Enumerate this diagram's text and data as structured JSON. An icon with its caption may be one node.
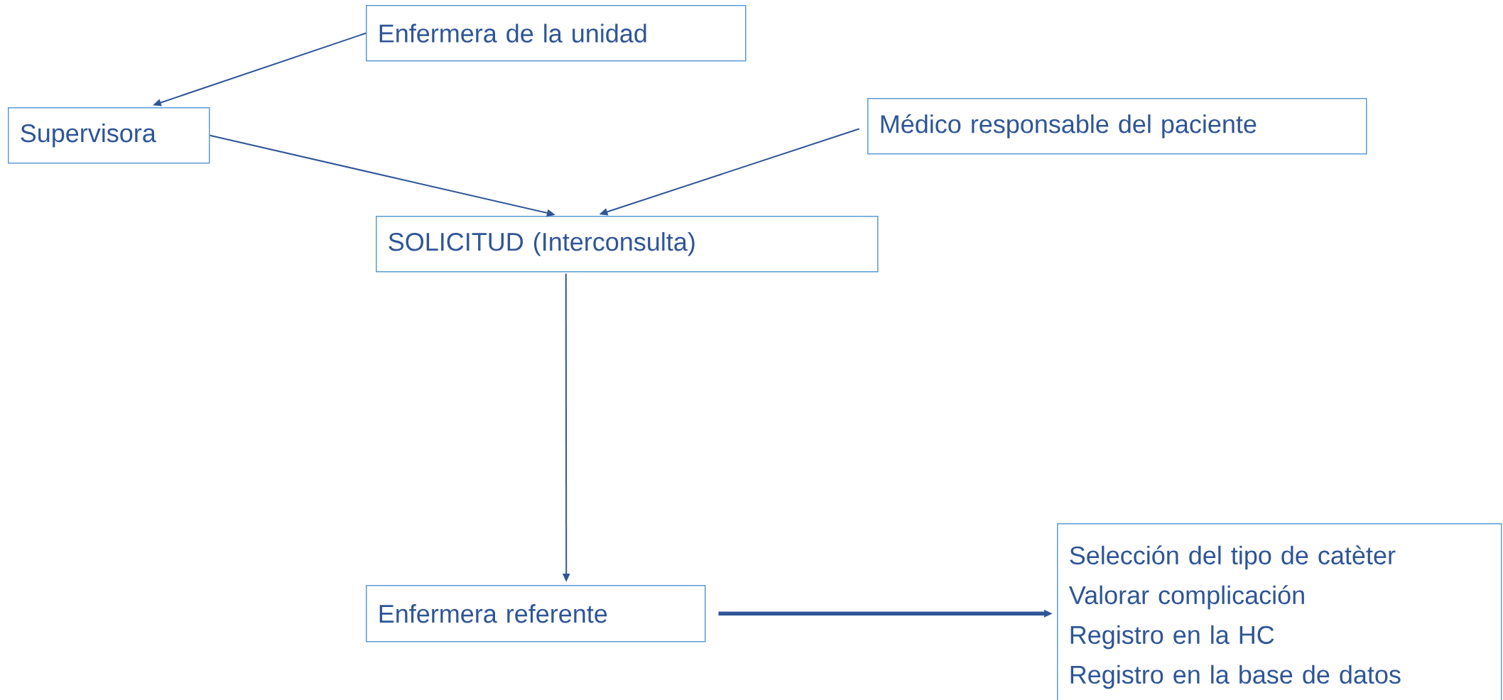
{
  "diagram": {
    "nodes": [
      {
        "text": [
          "Enfermera de la unidad"
        ]
      },
      {
        "text": [
          "Supervisora"
        ]
      },
      {
        "text": [
          "Médico responsable del paciente"
        ]
      },
      {
        "text": [
          "SOLICITUD (Interconsulta)"
        ]
      },
      {
        "text": [
          "Enfermera referente"
        ]
      },
      {
        "text": [
          "Selección del tipo de catèter",
          "Valorar complicación",
          "Registro en la HC",
          "Registro en la base de datos"
        ]
      }
    ],
    "edges": [
      {
        "from": 0,
        "to": 1,
        "arrow": "to"
      },
      {
        "from": 1,
        "to": 3,
        "arrow": "to"
      },
      {
        "from": 2,
        "to": 3,
        "arrow": "to"
      },
      {
        "from": 3,
        "to": 4,
        "arrow": "to"
      },
      {
        "from": 4,
        "to": 5,
        "arrow": "to",
        "style": "thick"
      }
    ]
  }
}
